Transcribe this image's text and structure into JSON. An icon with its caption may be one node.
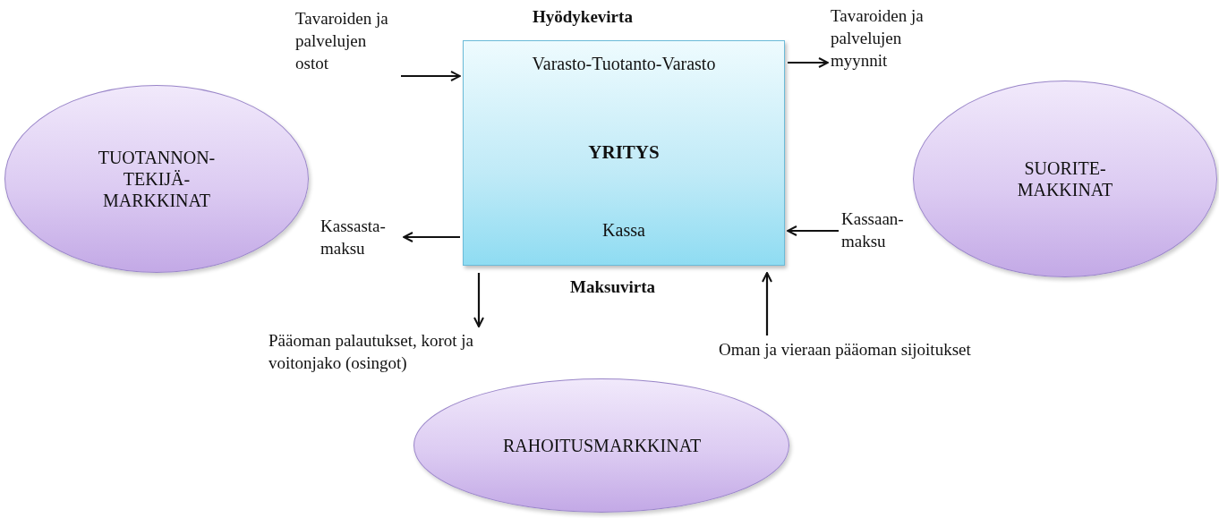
{
  "diagram": {
    "nodes": [
      {
        "text": [
          "TUOTANNON- TEKIJÄ- MARKKINAT"
        ]
      },
      {
        "text": [
          "Varasto-Tuotanto-Varasto",
          "YRITYS",
          "Kassa"
        ]
      },
      {
        "text": [
          "SUORITE- MAKKINAT"
        ]
      },
      {
        "text": [
          "RAHOITUSMARKKINAT"
        ]
      },
      {
        "text": [
          "Tavaroiden ja palvelujen ostot"
        ]
      },
      {
        "text": [
          "Tavaroiden ja palvelujen myynnit"
        ]
      },
      {
        "text": [
          "Kassasta- maksu"
        ]
      },
      {
        "text": [
          "Kassaan- maksu"
        ]
      },
      {
        "text": [
          "Pääoman palautukset, korot ja voitonjako (osingot)"
        ]
      },
      {
        "text": [
          "Oman ja vieraan pääoman sijoitukset"
        ]
      }
    ],
    "edges": [
      {
        "from": 4,
        "to": 1,
        "arrow": "to"
      },
      {
        "from": 1,
        "to": 5,
        "arrow": "to"
      },
      {
        "from": 1,
        "to": 6,
        "arrow": "to"
      },
      {
        "from": 7,
        "to": 1,
        "arrow": "to"
      },
      {
        "from": 1,
        "to": 8,
        "arrow": "to"
      },
      {
        "from": 9,
        "to": 1,
        "arrow": "to"
      }
    ],
    "labels": [
      "Hyödykevirta",
      "Maksuvirta"
    ]
  }
}
